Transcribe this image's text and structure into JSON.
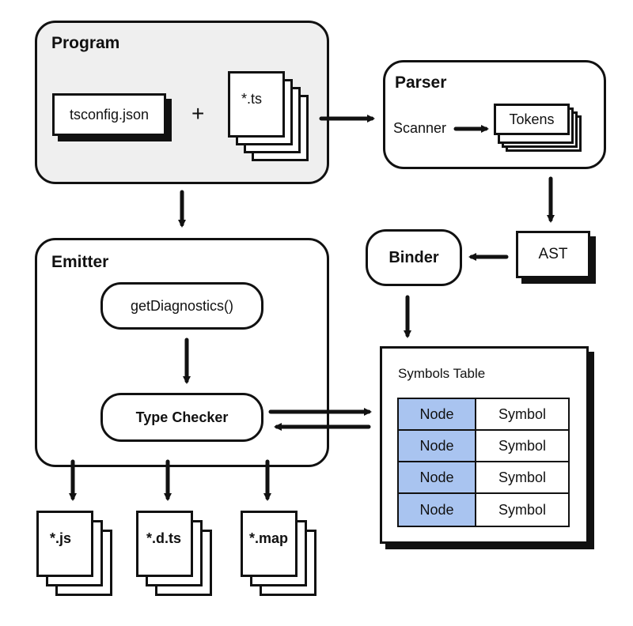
{
  "program": {
    "title": "Program",
    "tsconfig_label": "tsconfig.json",
    "plus": "+",
    "ts_label": "*.ts"
  },
  "parser": {
    "title": "Parser",
    "scanner_label": "Scanner",
    "tokens_label": "Tokens"
  },
  "ast_label": "AST",
  "binder_label": "Binder",
  "emitter": {
    "title": "Emitter",
    "get_diagnostics_label": "getDiagnostics()",
    "type_checker_label": "Type Checker"
  },
  "symbols_table": {
    "title": "Symbols Table",
    "rows": [
      {
        "node": "Node",
        "symbol": "Symbol"
      },
      {
        "node": "Node",
        "symbol": "Symbol"
      },
      {
        "node": "Node",
        "symbol": "Symbol"
      },
      {
        "node": "Node",
        "symbol": "Symbol"
      }
    ]
  },
  "outputs": {
    "js_label": "*.js",
    "dts_label": "*.d.ts",
    "map_label": "*.map"
  },
  "colors": {
    "node_fill": "#a9c4f0",
    "program_fill": "#efefef"
  }
}
